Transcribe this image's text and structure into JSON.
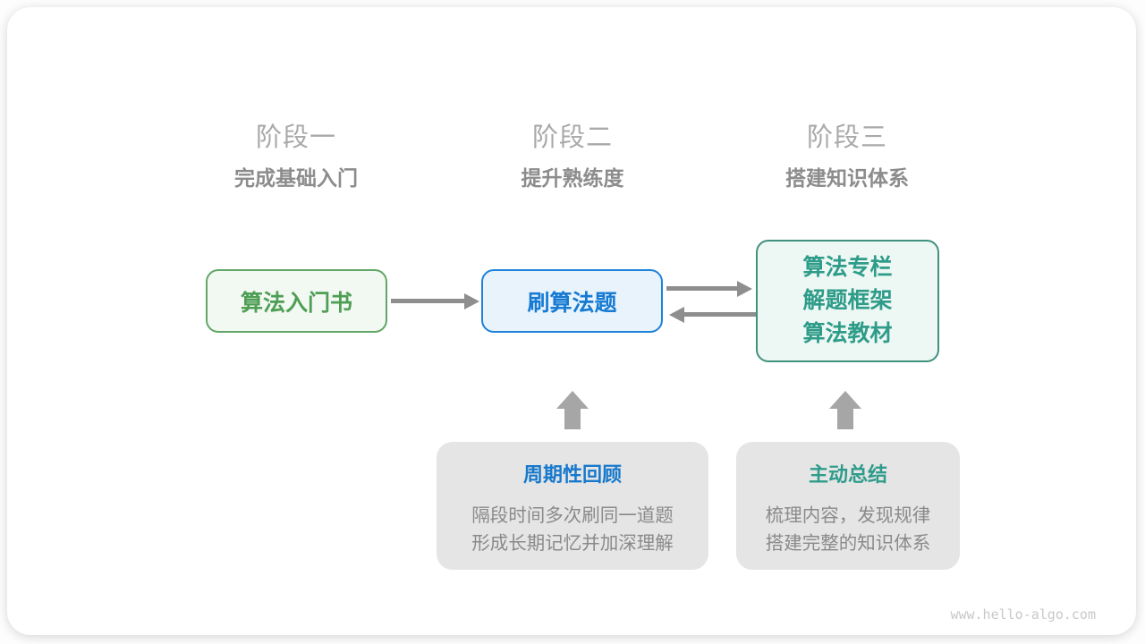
{
  "stages": [
    {
      "label": "阶段一",
      "subtitle": "完成基础入门"
    },
    {
      "label": "阶段二",
      "subtitle": "提升熟练度"
    },
    {
      "label": "阶段三",
      "subtitle": "搭建知识体系"
    }
  ],
  "nodes": {
    "beginner_book": {
      "label": "算法入门书"
    },
    "practice": {
      "label": "刷算法题"
    },
    "resources": {
      "lines": [
        "算法专栏",
        "解题框架",
        "算法教材"
      ]
    }
  },
  "callouts": {
    "review": {
      "title": "周期性回顾",
      "lines": [
        "隔段时间多次刷同一道题",
        "形成长期记忆并加深理解"
      ]
    },
    "summarize": {
      "title": "主动总结",
      "lines": [
        "梳理内容，发现规律",
        "搭建完整的知识体系"
      ]
    }
  },
  "watermark": "www.hello-algo.com",
  "colors": {
    "green_text": "#4e9e54",
    "green_border": "#61a666",
    "green_fill": "#f2f8f2",
    "blue_text": "#177bd3",
    "blue_border": "#1e82da",
    "blue_fill": "#e9f3fc",
    "teal_text": "#2e9c89",
    "teal_border": "#41917f",
    "teal_fill": "#edf7f4",
    "connector_gray": "#8e8e8e",
    "block_arrow_gray": "#a6a6a6",
    "callout_fill": "#e5e5e5",
    "body_text_gray": "#8a8a8a",
    "stage_label_gray": "#a9a9a9",
    "stage_subtitle_gray": "#8c8c8c"
  }
}
